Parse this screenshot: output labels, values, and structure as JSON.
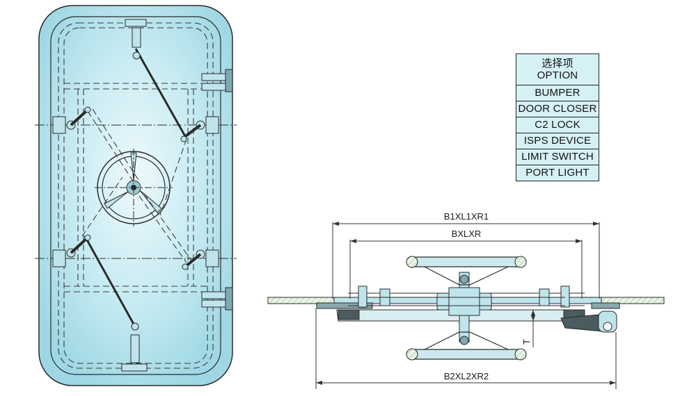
{
  "options_table": {
    "header_cn": "选择项",
    "header_en": "OPTION",
    "rows": [
      "BUMPER",
      "DOOR CLOSER",
      "C2 LOCK",
      "ISPS DEVICE",
      "LIMIT SWITCH",
      "PORT LIGHT"
    ]
  },
  "section_view": {
    "dim_b1": "B1XL1XR1",
    "dim_b": "BXLXR",
    "dim_b2": "B2XL2XR2",
    "dim_t": "T"
  },
  "colors": {
    "door_fill": "#a9dfe9",
    "door_center": "#eaf8fb",
    "table_fill": "#d6f1f6",
    "deck_hatch": "#c5e6bf"
  }
}
